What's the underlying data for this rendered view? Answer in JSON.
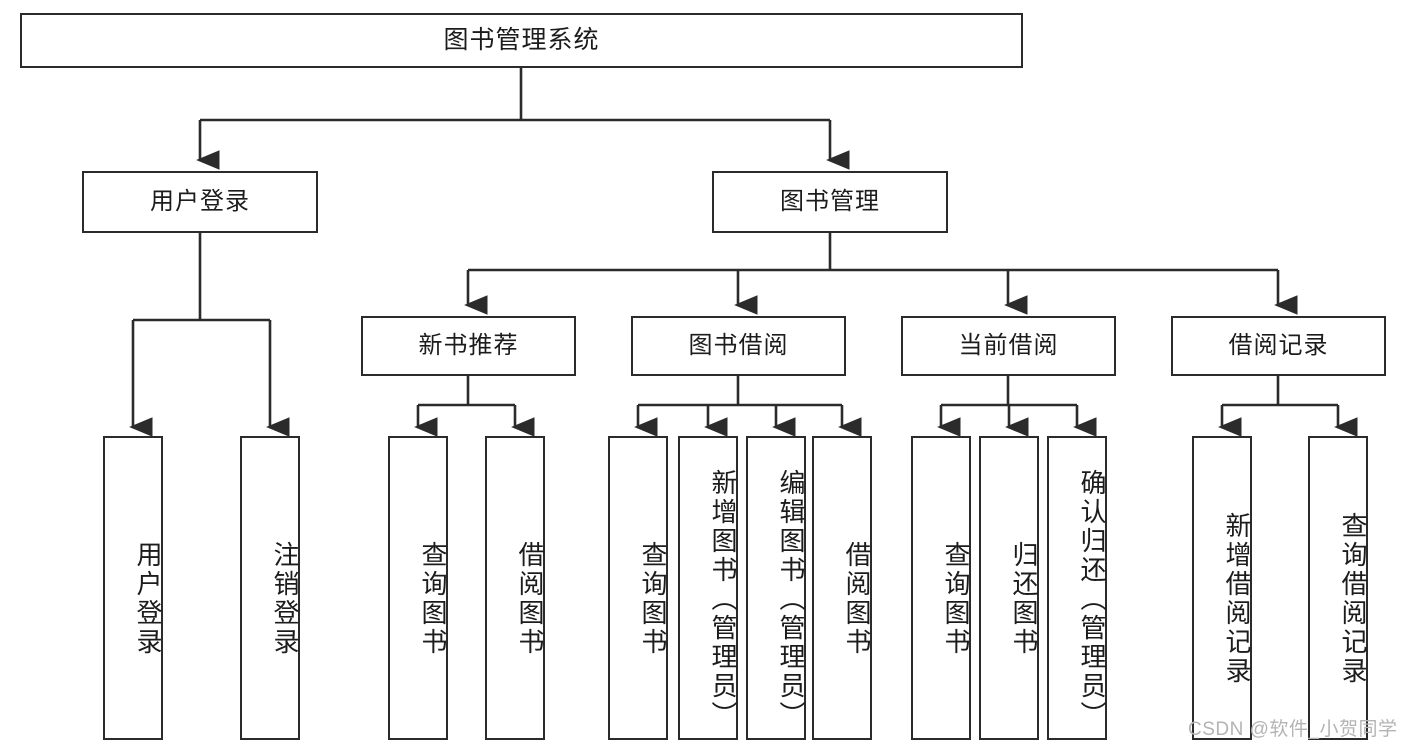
{
  "diagram": {
    "title": "图书管理系统",
    "type": "functional-structure-tree",
    "root": {
      "label": "图书管理系统"
    },
    "level2": [
      {
        "label": "用户登录"
      },
      {
        "label": "图书管理"
      }
    ],
    "level3": [
      {
        "label": "新书推荐"
      },
      {
        "label": "图书借阅"
      },
      {
        "label": "当前借阅"
      },
      {
        "label": "借阅记录"
      }
    ],
    "leaves": {
      "user_login": [
        {
          "label": "用户登录"
        },
        {
          "label": "注销登录"
        }
      ],
      "new_book_recommend": [
        {
          "label": "查询图书"
        },
        {
          "label": "借阅图书"
        }
      ],
      "book_borrow": [
        {
          "label": "查询图书"
        },
        {
          "label": "新增图书（管理员）"
        },
        {
          "label": "编辑图书（管理员）"
        },
        {
          "label": "借阅图书"
        }
      ],
      "current_borrow": [
        {
          "label": "查询图书"
        },
        {
          "label": "归还图书"
        },
        {
          "label": "确认归还（管理员）"
        }
      ],
      "borrow_record": [
        {
          "label": "新增借阅记录"
        },
        {
          "label": "查询借阅记录"
        }
      ]
    }
  },
  "watermark": {
    "text": "CSDN @软件_小贺同学"
  },
  "colors": {
    "border": "#2b2b2b",
    "background": "#ffffff",
    "text": "#1c1c1c",
    "watermark": "#b4b4b4"
  }
}
